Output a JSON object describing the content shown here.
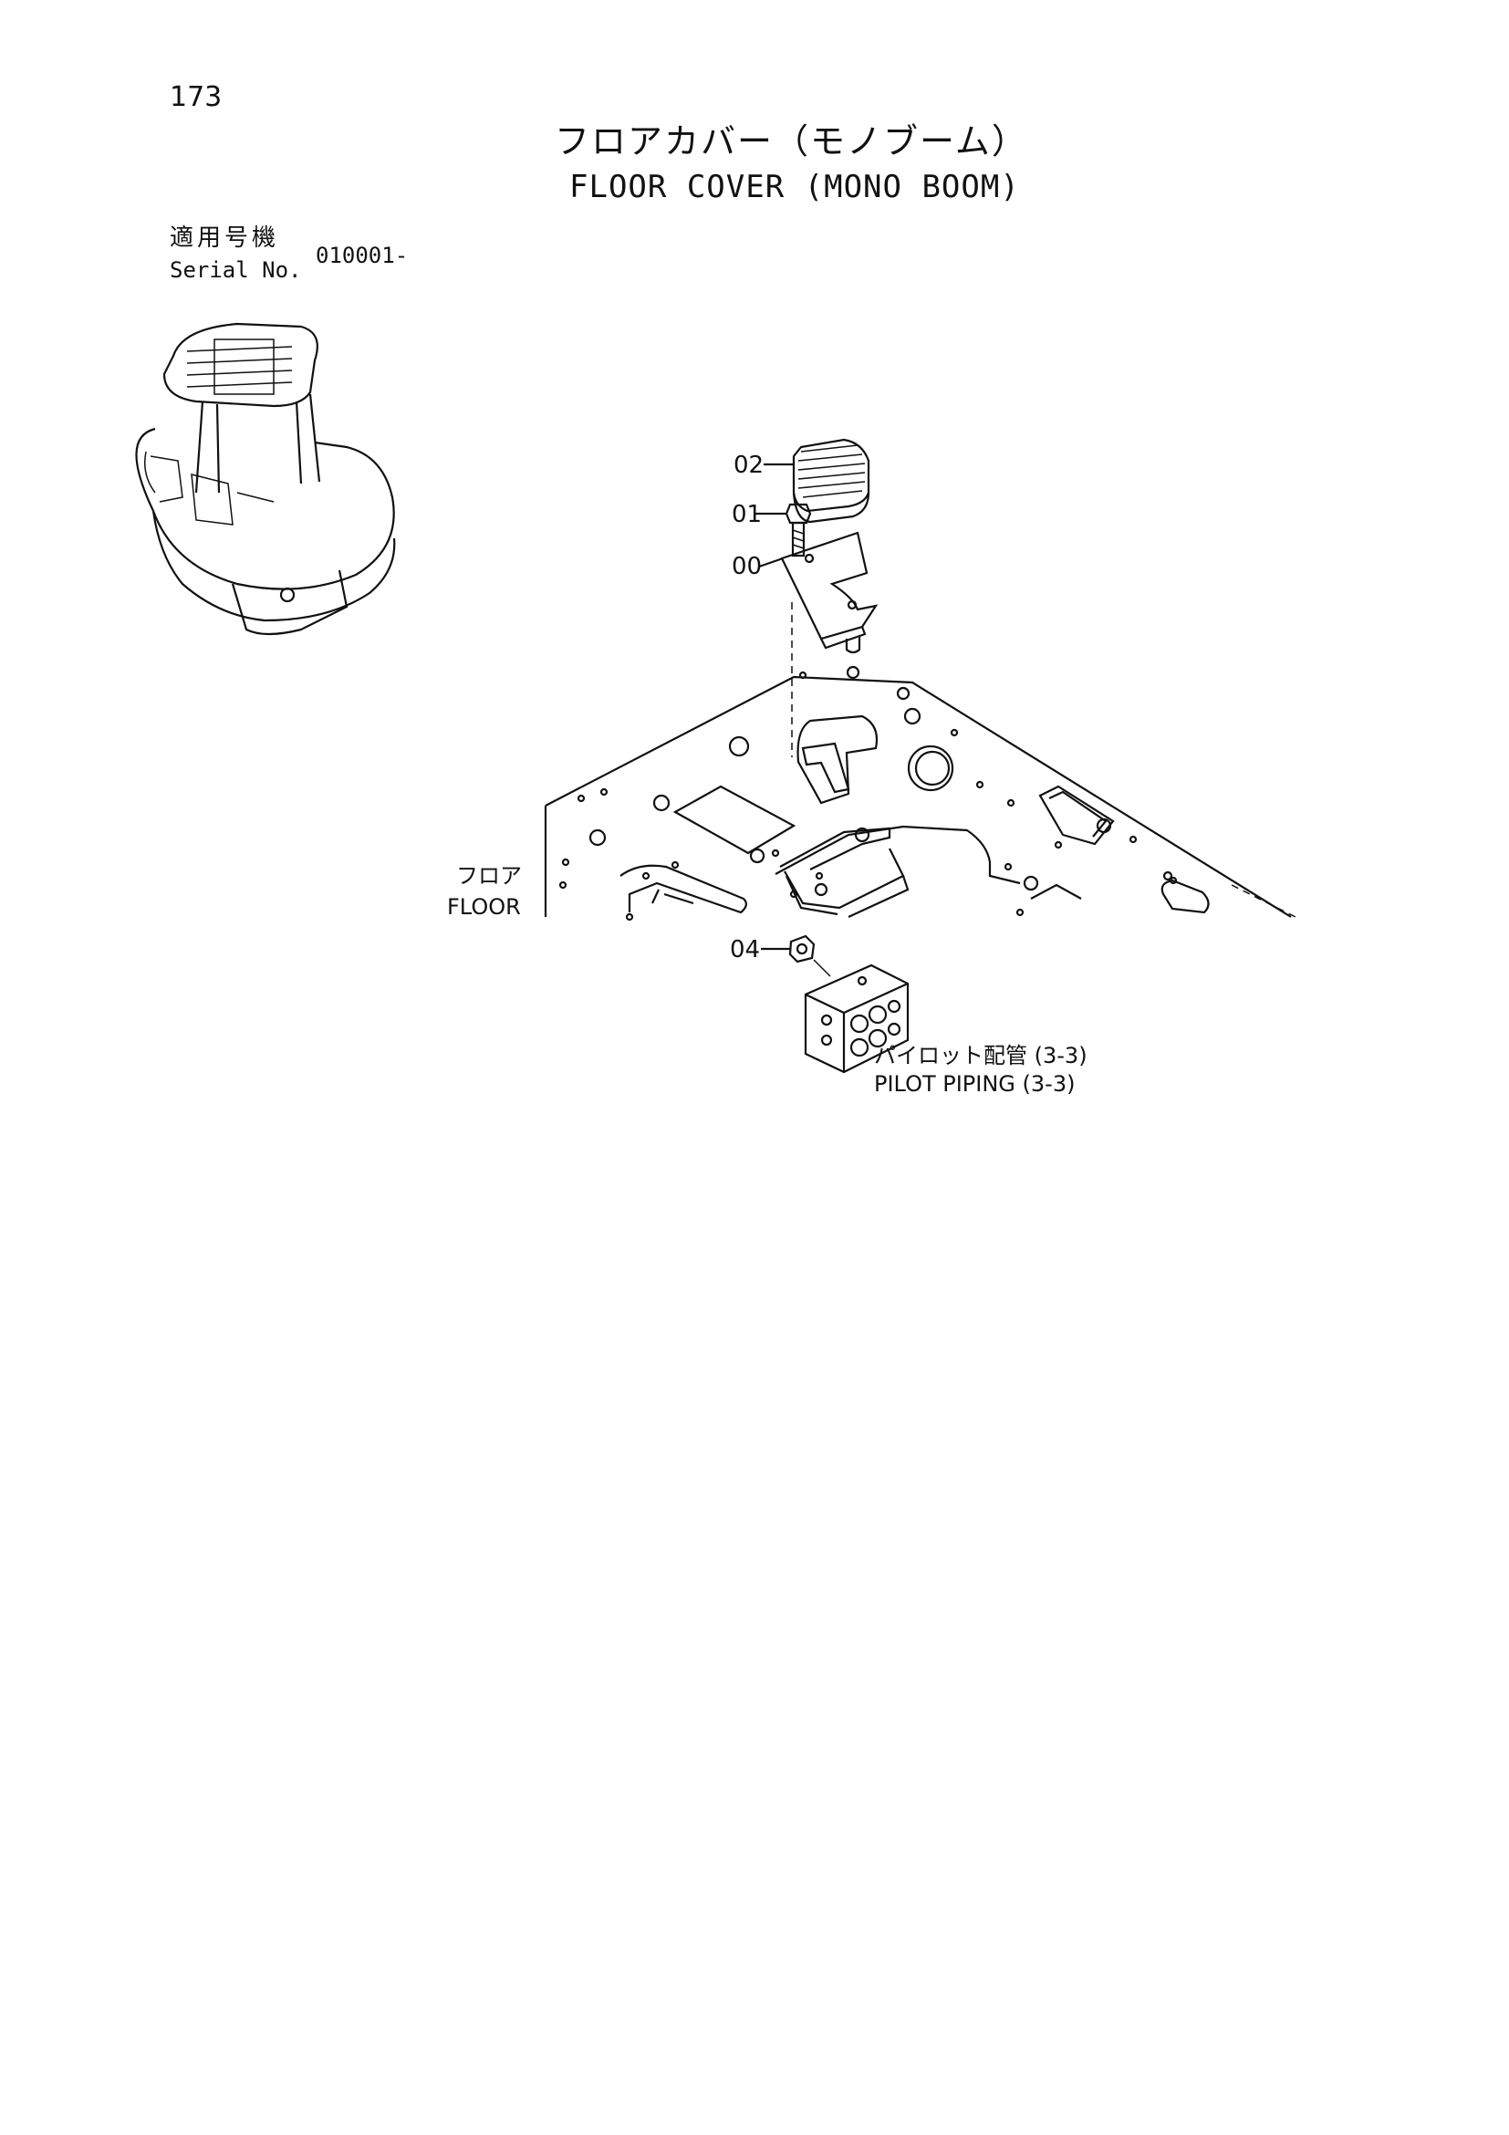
{
  "page": {
    "number": "173",
    "title_jp": "フロアカバー（モノブーム）",
    "title_en": "FLOOR COVER (MONO BOOM)"
  },
  "serial": {
    "label_jp": "適用号機",
    "label_en": "Serial No.",
    "value": "010001-"
  },
  "callouts": {
    "part_02": "02",
    "part_01": "01",
    "part_00": "00",
    "part_04": "04"
  },
  "labels": {
    "floor_jp": "フロア",
    "floor_en": "FLOOR",
    "pilot_jp": "パイロット配管 (3-3)",
    "pilot_en": "PILOT PIPING (3-3)"
  }
}
